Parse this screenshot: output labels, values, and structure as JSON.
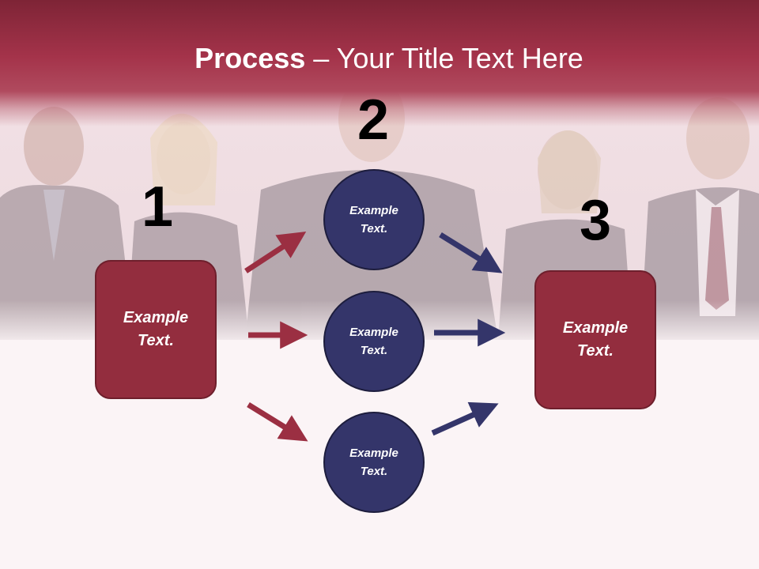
{
  "title": {
    "bold": "Process",
    "rest": " – Your Title Text Here"
  },
  "steps": [
    {
      "number": "1",
      "label": "Example\nText."
    },
    {
      "number": "2",
      "label": "Example\nText."
    },
    {
      "number": "3",
      "label": "Example\nText."
    }
  ],
  "circles": [
    {
      "label": "Example\nText."
    },
    {
      "label": "Example\nText."
    },
    {
      "label": "Example\nText."
    }
  ],
  "colors": {
    "header": "#a4334a",
    "box_fill": "#932d3e",
    "circle_fill": "#34356a",
    "arrow_red": "#9b2f42",
    "arrow_blue": "#34356a"
  }
}
